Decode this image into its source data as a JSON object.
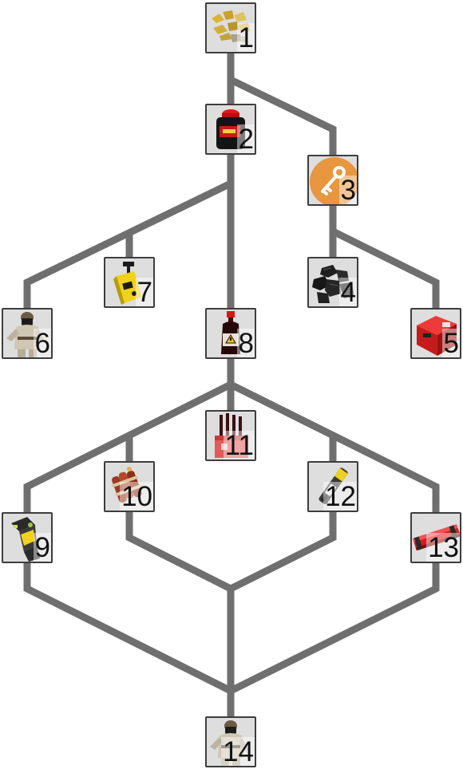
{
  "colors": {
    "connector": "#6f6f6f",
    "node_border": "#3d3d3d",
    "node_background": "#dedede",
    "key_badge": "#e8963f"
  },
  "nodes": [
    {
      "id": "1",
      "label": "1",
      "icon": "yellow-debris-icon"
    },
    {
      "id": "2",
      "label": "2",
      "icon": "red-lid-jar-icon"
    },
    {
      "id": "3",
      "label": "3",
      "icon": "key-icon"
    },
    {
      "id": "4",
      "label": "4",
      "icon": "coal-lumps-icon"
    },
    {
      "id": "5",
      "label": "5",
      "icon": "red-toolbox-icon"
    },
    {
      "id": "6",
      "label": "6",
      "icon": "operator-figure-icon"
    },
    {
      "id": "7",
      "label": "7",
      "icon": "detonator-icon"
    },
    {
      "id": "8",
      "label": "8",
      "icon": "chemical-bottle-icon"
    },
    {
      "id": "9",
      "label": "9",
      "icon": "gadget-device-icon"
    },
    {
      "id": "10",
      "label": "10",
      "icon": "bomb-cluster-icon"
    },
    {
      "id": "11",
      "label": "11",
      "icon": "dynamite-box-icon"
    },
    {
      "id": "12",
      "label": "12",
      "icon": "multitool-icon"
    },
    {
      "id": "13",
      "label": "13",
      "icon": "red-cylinder-icon"
    },
    {
      "id": "14",
      "label": "14",
      "icon": "operator-figure-icon"
    }
  ]
}
